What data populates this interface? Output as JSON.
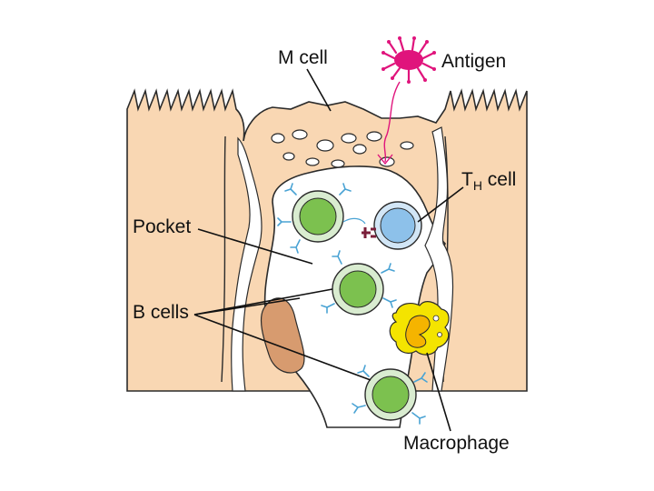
{
  "labels": {
    "m_cell": "M cell",
    "antigen": "Antigen",
    "th_cell_main": "T",
    "th_cell_sub": "H",
    "th_cell_suffix": " cell",
    "pocket": "Pocket",
    "b_cells": "B cells",
    "macrophage": "Macrophage"
  },
  "colors": {
    "epithelium": "#f9d7b3",
    "outline": "#2b2b2b",
    "b_cell_ring": "#d9ecd0",
    "b_cell_nucleus": "#7cc14f",
    "th_ring": "#d2e6f6",
    "th_nucleus": "#8dc1ea",
    "antigen": "#e0147c",
    "macrophage_body": "#f4e400",
    "macrophage_nucleus": "#f5b400",
    "antibody": "#4aa3d4",
    "lymph_shadow": "#d79b6f"
  }
}
